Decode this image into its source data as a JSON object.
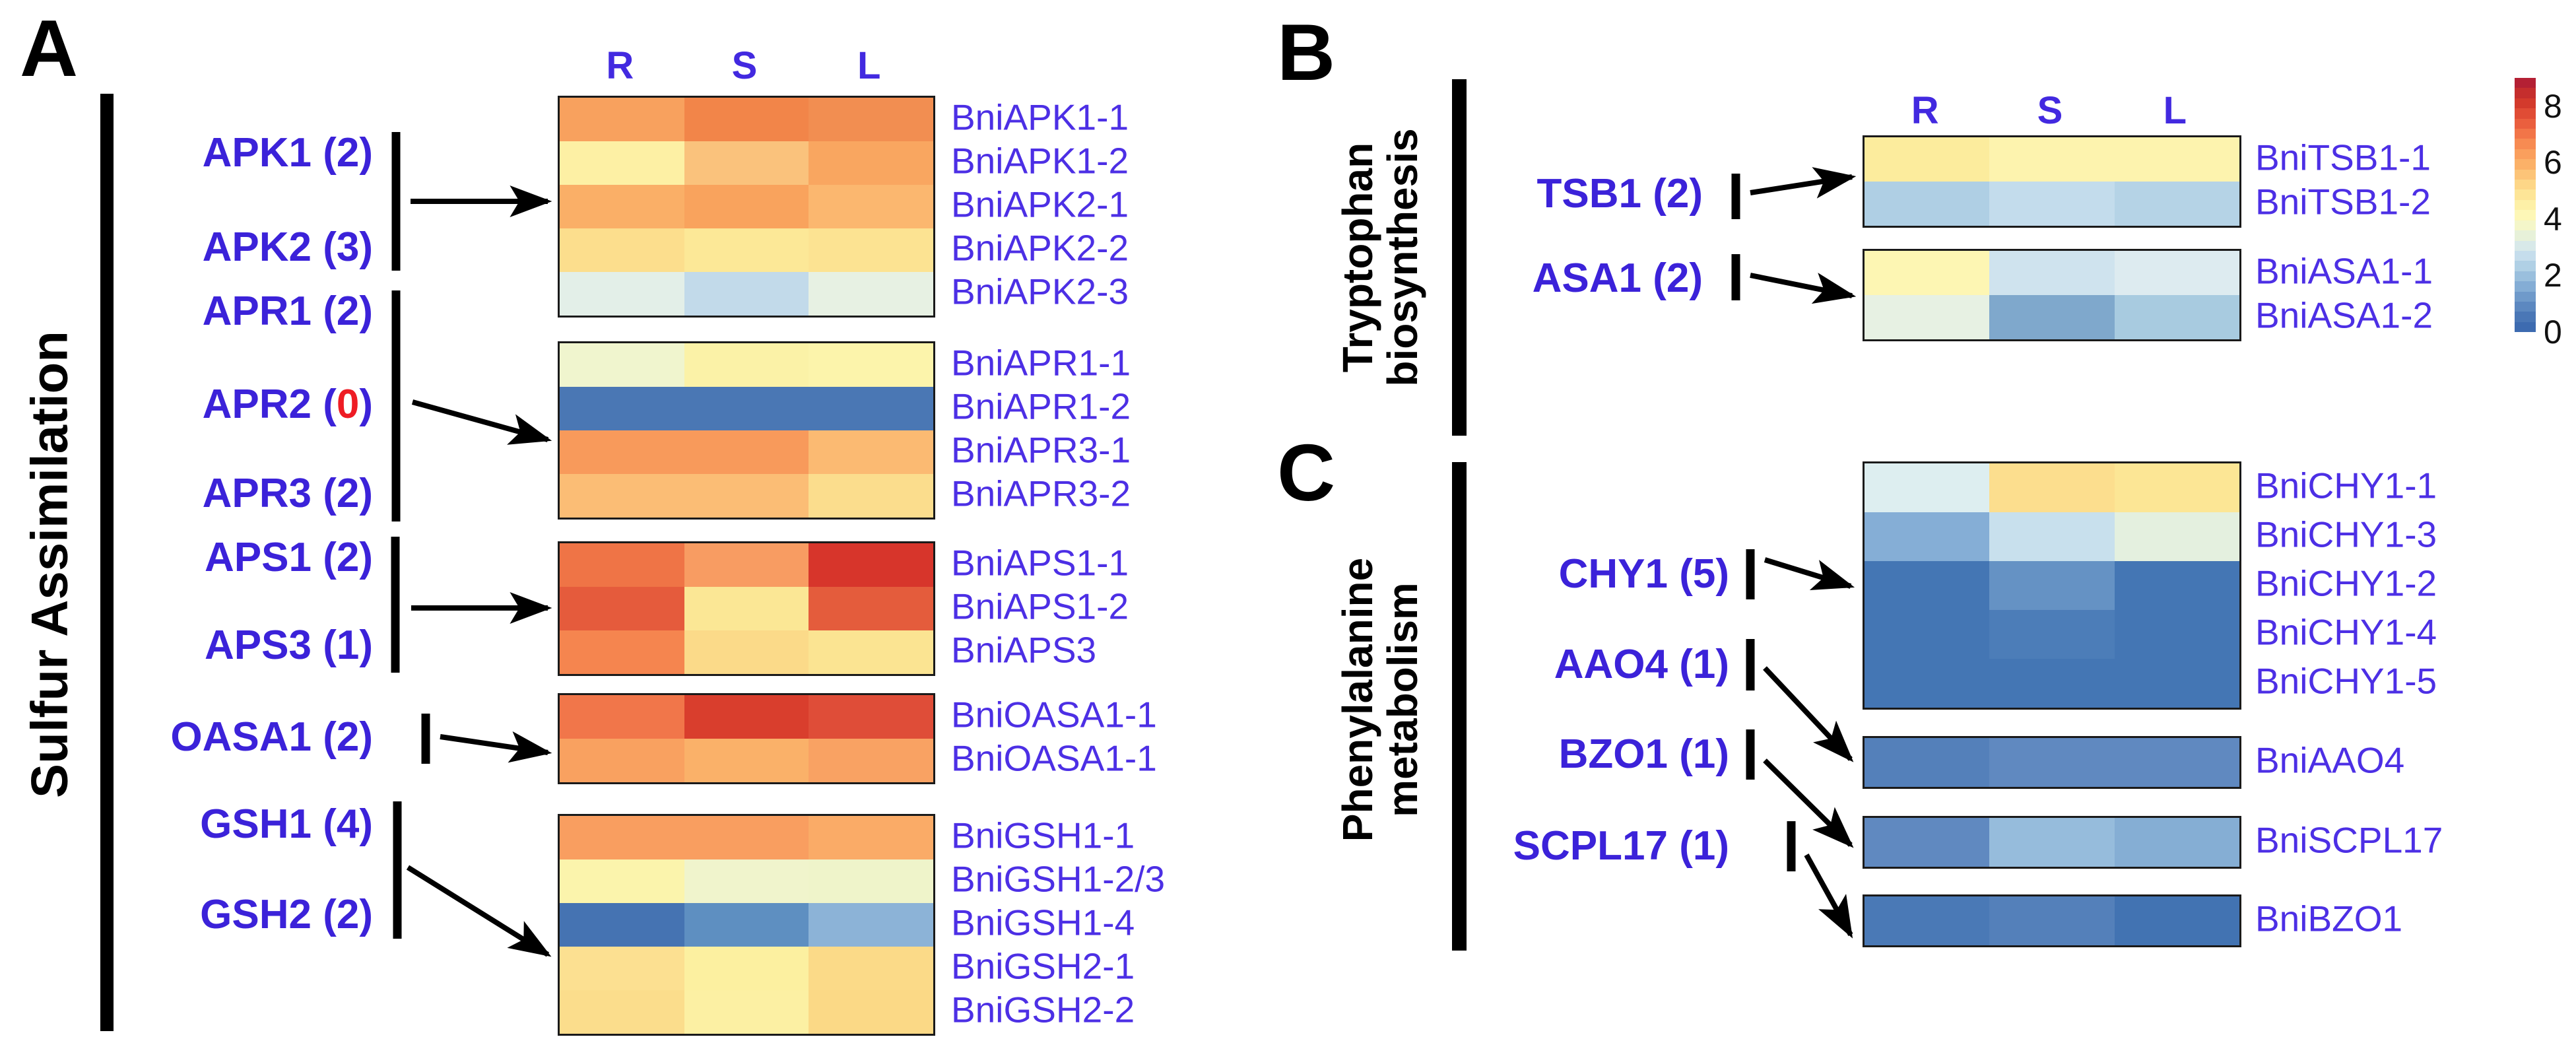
{
  "chart_data": {
    "type": "heatmap",
    "columns": [
      "R",
      "S",
      "L"
    ],
    "value_range": [
      0,
      9
    ],
    "text_colors": {
      "gene": "#3b22d9",
      "row_label": "#4c2fe5",
      "header": "#4229e0",
      "alert_count": "#ee1c24"
    },
    "colorbar": {
      "tick_labels": [
        "8",
        "6",
        "4",
        "2",
        "0"
      ],
      "tick_values": [
        8,
        6,
        4,
        2,
        0
      ],
      "stops": [
        "#b42034",
        "#c52e2d",
        "#d33a2c",
        "#e04c35",
        "#ea5f3e",
        "#f27548",
        "#f78b52",
        "#fa9f5d",
        "#fbb168",
        "#fcc478",
        "#fdd687",
        "#fde597",
        "#fdf0a7",
        "#fdf7b7",
        "#f4f6c9",
        "#e7f1d9",
        "#d8e9e9",
        "#c5ddec",
        "#b0d0e5",
        "#9abfdd",
        "#84add5",
        "#6f9aca",
        "#5c88c0",
        "#4a77b6",
        "#3d6bb0"
      ]
    },
    "panels": [
      {
        "label": "A",
        "pathway_lines": [
          "Sulfur Assimilation"
        ],
        "show_column_headers": true,
        "gene_groups": [
          {
            "genes": [
              {
                "symbol": "APK1",
                "copies": "2"
              },
              {
                "symbol": "APK2",
                "copies": "3"
              }
            ]
          },
          {
            "genes": [
              {
                "symbol": "APR1",
                "copies": "2"
              },
              {
                "symbol": "APR2",
                "copies": "0",
                "alert": true
              },
              {
                "symbol": "APR3",
                "copies": "2"
              }
            ]
          },
          {
            "genes": [
              {
                "symbol": "APS1",
                "copies": "2"
              },
              {
                "symbol": "APS3",
                "copies": "1"
              }
            ]
          },
          {
            "genes": [
              {
                "symbol": "OASA1",
                "copies": "2"
              }
            ]
          },
          {
            "genes": [
              {
                "symbol": "GSH1",
                "copies": "4"
              },
              {
                "symbol": "GSH2",
                "copies": "2"
              }
            ]
          }
        ],
        "blocks": [
          {
            "rows": [
              {
                "label": "BniAPK1-1",
                "values": [
                  6.5,
                  7.0,
                  7.0
                ],
                "colors": [
                  "#F8A15E",
                  "#F28549",
                  "#F28E51"
                ]
              },
              {
                "label": "BniAPK1-2",
                "values": [
                  4.5,
                  5.5,
                  6.5
                ],
                "colors": [
                  "#FDF0A4",
                  "#FAC27C",
                  "#F9A660"
                ]
              },
              {
                "label": "BniAPK2-1",
                "values": [
                  6.0,
                  6.5,
                  6.0
                ],
                "colors": [
                  "#FAAF67",
                  "#F9A35D",
                  "#FBB76F"
                ]
              },
              {
                "label": "BniAPK2-2",
                "values": [
                  5.5,
                  5.0,
                  5.0
                ],
                "colors": [
                  "#FCDE8D",
                  "#FCE897",
                  "#FCE392"
                ]
              },
              {
                "label": "BniAPK2-3",
                "values": [
                  3.5,
                  3.0,
                  3.5
                ],
                "colors": [
                  "#E3EFE8",
                  "#C2DAEA",
                  "#E7F1E3"
                ]
              }
            ]
          },
          {
            "rows": [
              {
                "label": "BniAPR1-1",
                "values": [
                  4.0,
                  4.5,
                  4.5
                ],
                "colors": [
                  "#F0F5CE",
                  "#FBF2A7",
                  "#FCF4AB"
                ]
              },
              {
                "label": "BniAPR1-2",
                "values": [
                  0.5,
                  0.5,
                  0.5
                ],
                "colors": [
                  "#4A77B4",
                  "#4A77B4",
                  "#4A77B4"
                ]
              },
              {
                "label": "BniAPR3-1",
                "values": [
                  6.5,
                  6.5,
                  6.0
                ],
                "colors": [
                  "#F89A5B",
                  "#F89A5B",
                  "#FBBA72"
                ]
              },
              {
                "label": "BniAPR3-2",
                "values": [
                  5.5,
                  5.5,
                  5.0
                ],
                "colors": [
                  "#FBBD75",
                  "#FBBD75",
                  "#FBDD8D"
                ]
              }
            ]
          },
          {
            "rows": [
              {
                "label": "BniAPS1-1",
                "values": [
                  7.5,
                  6.5,
                  8.5
                ],
                "colors": [
                  "#EF7446",
                  "#F89C62",
                  "#D7352B"
                ]
              },
              {
                "label": "BniAPS1-2",
                "values": [
                  8.0,
                  5.0,
                  8.0
                ],
                "colors": [
                  "#E55B3C",
                  "#FBE795",
                  "#E45C3C"
                ]
              },
              {
                "label": "BniAPS3",
                "values": [
                  7.0,
                  5.5,
                  5.0
                ],
                "colors": [
                  "#F5854F",
                  "#FBDA89",
                  "#FBE492"
                ]
              }
            ]
          },
          {
            "rows": [
              {
                "label": "BniOASA1-1",
                "values": [
                  7.5,
                  8.5,
                  8.0
                ],
                "colors": [
                  "#F1764A",
                  "#D93E2D",
                  "#DF4D38"
                ]
              },
              {
                "label": "BniOASA1-1",
                "values": [
                  6.5,
                  6.0,
                  6.5
                ],
                "colors": [
                  "#F9A160",
                  "#FAB169",
                  "#F9A263"
                ]
              }
            ]
          },
          {
            "rows": [
              {
                "label": "BniGSH1-1",
                "values": [
                  6.5,
                  6.5,
                  6.0
                ],
                "colors": [
                  "#F99E60",
                  "#F99E60",
                  "#FAAB67"
                ]
              },
              {
                "label": "BniGSH1-2/3",
                "values": [
                  4.5,
                  4.0,
                  4.0
                ],
                "colors": [
                  "#FBF4AC",
                  "#F0F4CC",
                  "#EFF4CA"
                ]
              },
              {
                "label": "BniGSH1-4",
                "values": [
                  0.5,
                  1.5,
                  2.0
                ],
                "colors": [
                  "#4573B2",
                  "#5E8FC1",
                  "#8CB3D7"
                ]
              },
              {
                "label": "BniGSH2-1",
                "values": [
                  5.5,
                  4.5,
                  5.5
                ],
                "colors": [
                  "#FCE091",
                  "#FCF0A0",
                  "#FBDA88"
                ]
              },
              {
                "label": "BniGSH2-2",
                "values": [
                  5.5,
                  4.5,
                  5.5
                ],
                "colors": [
                  "#FBDD8C",
                  "#FCF0A3",
                  "#FBD986"
                ]
              }
            ]
          }
        ]
      },
      {
        "label": "B",
        "pathway_lines": [
          "Tryptophan",
          "biosynthesis"
        ],
        "show_column_headers": true,
        "gene_groups": [
          {
            "genes": [
              {
                "symbol": "TSB1",
                "copies": "2"
              }
            ]
          },
          {
            "genes": [
              {
                "symbol": "ASA1",
                "copies": "2"
              }
            ]
          }
        ],
        "blocks": [
          {
            "rows": [
              {
                "label": "BniTSB1-1",
                "values": [
                  5.0,
                  4.5,
                  4.5
                ],
                "colors": [
                  "#FCEC9D",
                  "#FDF3AE",
                  "#FDF3AE"
                ]
              },
              {
                "label": "BniTSB1-2",
                "values": [
                  2.5,
                  3.0,
                  2.5
                ],
                "colors": [
                  "#AFCFE4",
                  "#C3DCEC",
                  "#B5D3E6"
                ]
              }
            ]
          },
          {
            "rows": [
              {
                "label": "BniASA1-1",
                "values": [
                  4.5,
                  3.0,
                  3.5
                ],
                "colors": [
                  "#FDF6B3",
                  "#CFE3EE",
                  "#DDEBF0"
                ]
              },
              {
                "label": "BniASA1-2",
                "values": [
                  3.5,
                  2.0,
                  2.5
                ],
                "colors": [
                  "#E7F1E3",
                  "#7FA8CC",
                  "#A8CBE0"
                ]
              }
            ]
          }
        ]
      },
      {
        "label": "C",
        "pathway_lines": [
          "Phenylalanine",
          "metabolism"
        ],
        "show_column_headers": false,
        "gene_groups": [
          {
            "genes": [
              {
                "symbol": "CHY1",
                "copies": "5"
              }
            ]
          },
          {
            "genes": [
              {
                "symbol": "AAO4",
                "copies": "1"
              }
            ]
          },
          {
            "genes": [
              {
                "symbol": "BZO1",
                "copies": "1"
              }
            ]
          },
          {
            "genes": [
              {
                "symbol": "SCPL17",
                "copies": "1"
              }
            ]
          }
        ],
        "blocks": [
          {
            "rows": [
              {
                "label": "BniCHY1-1",
                "values": [
                  3.5,
                  5.5,
                  5.0
                ],
                "colors": [
                  "#DDEEF0",
                  "#FCDE8E",
                  "#FCE695"
                ]
              },
              {
                "label": "BniCHY1-3",
                "values": [
                  2.0,
                  3.0,
                  3.5
                ],
                "colors": [
                  "#85AED6",
                  "#C8E0ED",
                  "#E4F0DF"
                ]
              },
              {
                "label": "BniCHY1-2",
                "values": [
                  0.5,
                  1.5,
                  0.5
                ],
                "colors": [
                  "#4476B4",
                  "#6592C4",
                  "#4476B4"
                ]
              },
              {
                "label": "BniCHY1-4",
                "values": [
                  0.5,
                  1.0,
                  0.5
                ],
                "colors": [
                  "#4476B4",
                  "#4C7DB8",
                  "#4476B4"
                ]
              },
              {
                "label": "BniCHY1-5",
                "values": [
                  0.5,
                  0.5,
                  0.5
                ],
                "colors": [
                  "#4476B4",
                  "#4476B4",
                  "#4476B4"
                ]
              }
            ]
          },
          {
            "rows": [
              {
                "label": "BniAAO4",
                "values": [
                  1.0,
                  1.5,
                  1.5
                ],
                "colors": [
                  "#5480BA",
                  "#6089C0",
                  "#6089C0"
                ]
              }
            ]
          },
          {
            "rows": [
              {
                "label": "BniSCPL17",
                "values": [
                  1.5,
                  2.5,
                  2.0
                ],
                "colors": [
                  "#6089C0",
                  "#96BCDC",
                  "#85AED4"
                ]
              }
            ]
          },
          {
            "rows": [
              {
                "label": "BniBZO1",
                "values": [
                  0.5,
                  1.0,
                  0.5
                ],
                "colors": [
                  "#4A79B6",
                  "#5480BA",
                  "#4273B2"
                ]
              }
            ]
          }
        ]
      }
    ]
  }
}
